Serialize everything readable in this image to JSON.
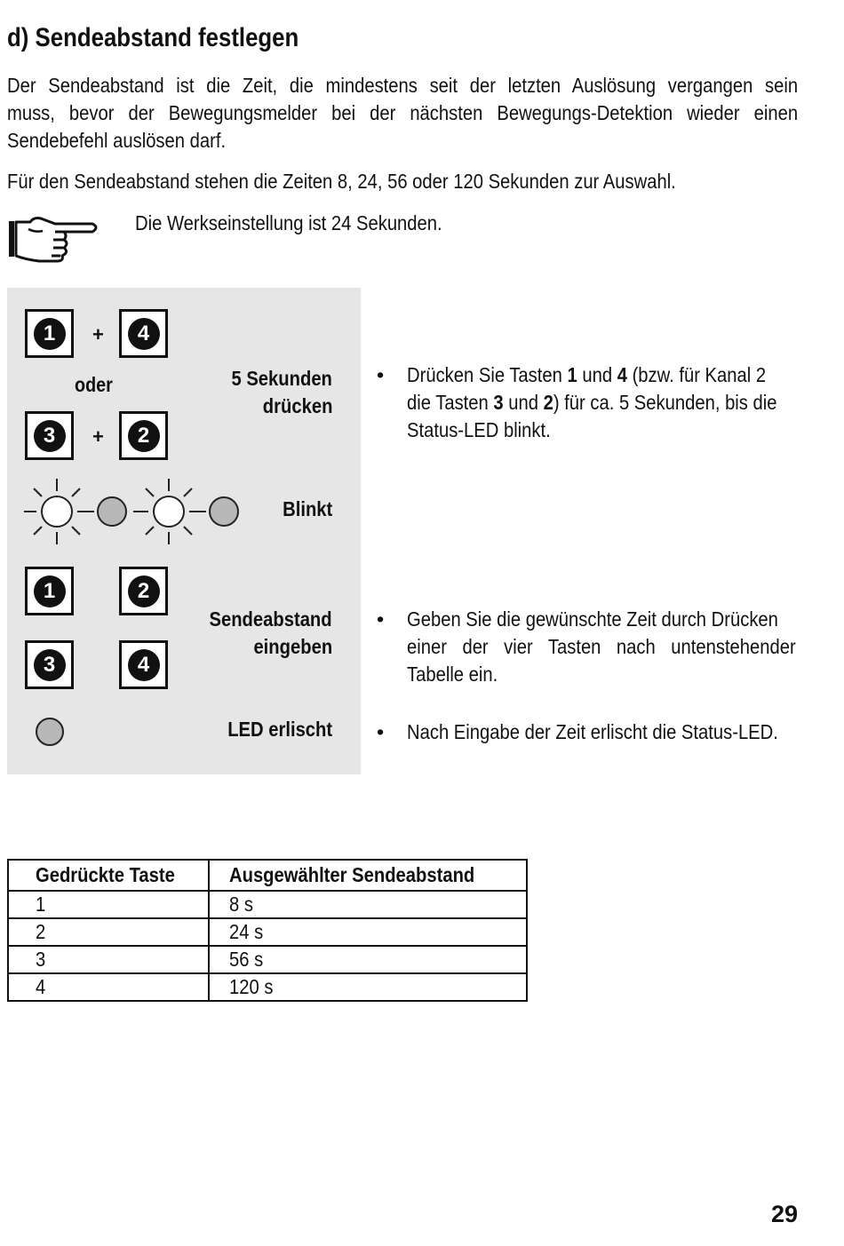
{
  "heading": "d) Sendeabstand festlegen",
  "intro_lines": [
    "Der Sendeabstand ist die Zeit, die mindestens seit der letzten Auslösung vergangen sein",
    "muss, bevor der Bewegungsmelder bei der nächsten Bewegungs-Detektion wieder einen",
    "Sendebefehl auslösen darf."
  ],
  "times_sentence": "Für den Sendeabstand stehen die Zeiten 8, 24, 56 oder 120 Sekunden zur Auswahl.",
  "note": "Die Werkseinstellung ist 24 Sekunden.",
  "panel": {
    "keys_a": [
      "1",
      "4"
    ],
    "keys_b": [
      "3",
      "2"
    ],
    "plus": "+",
    "oder": "oder",
    "press_label": [
      "5 Sekunden",
      "drücken"
    ],
    "blink_label": "Blinkt",
    "grid_keys": [
      "1",
      "2",
      "3",
      "4"
    ],
    "enter_label": [
      "Sendeabstand",
      "eingeben"
    ],
    "led_off_label": "LED erlischt"
  },
  "bullets": {
    "bullet_char": "•",
    "press": {
      "l1_a": "Drücken Sie Tasten ",
      "l1_b": "1",
      "l1_c": " und ",
      "l1_d": "4",
      "l1_e": " (bzw. für Kanal 2",
      "l2_a": "die Tasten ",
      "l2_b": "3",
      "l2_c": " und ",
      "l2_d": "2",
      "l2_e": ") für ca. 5 Sekunden, bis die",
      "l3": "Status-LED blinkt."
    },
    "enter": [
      "Geben Sie die gewünschte Zeit durch Drücken",
      "einer der vier Tasten nach untenstehender",
      "Tabelle ein."
    ],
    "led_off": "Nach Eingabe der Zeit erlischt die Status-LED."
  },
  "table": {
    "headers": [
      "Gedrückte Taste",
      "Ausgewählter Sendeabstand"
    ],
    "rows": [
      [
        "1",
        "8 s"
      ],
      [
        "2",
        "24 s"
      ],
      [
        "3",
        "56 s"
      ],
      [
        "4",
        "120 s"
      ]
    ]
  },
  "page_number": "29"
}
